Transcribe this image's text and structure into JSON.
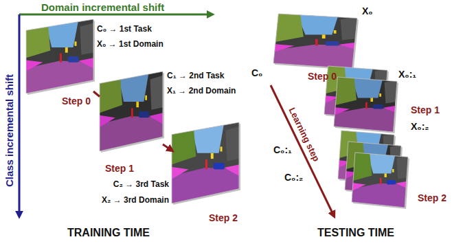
{
  "diagram": {
    "nodes": [
      {
        "text": [
          "Step 0"
        ]
      },
      {
        "text": [
          "Step 1"
        ]
      },
      {
        "text": [
          "Step 2"
        ]
      },
      {
        "text": [
          "Step 0"
        ]
      },
      {
        "text": [
          "Step 1"
        ]
      },
      {
        "text": [
          "Step 2"
        ]
      }
    ],
    "edges": [
      {
        "from": 0,
        "to": 1,
        "arrow": "none"
      },
      {
        "from": 1,
        "to": 2,
        "arrow": "to"
      }
    ],
    "labels": [
      "Domain incremental shift",
      "Class incremental shift",
      "C₀ → 1st Task",
      "X₀ → 1st Domain",
      "C₁ → 2nd Task",
      "X₁ → 2nd Domain",
      "C₂ → 3rd Task",
      "X₂ → 3rd Domain",
      "TRAINING TIME",
      "TESTING TIME",
      "Learning step",
      "X₀",
      "C₀",
      "X₀:₁",
      "C₀:₁",
      "X₀:₂",
      "C₀:₂"
    ]
  }
}
